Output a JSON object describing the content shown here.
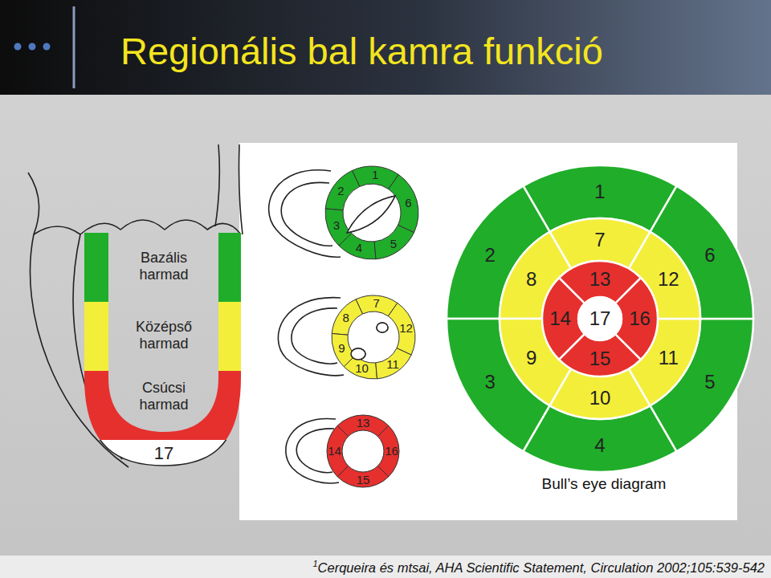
{
  "diagram": {
    "title": "Regionális bal kamra funkció",
    "caption": "Bull’s eye diagram",
    "nodes": [
      {
        "text": [
          "Bazális harmad"
        ]
      },
      {
        "text": [
          "Középső harmad"
        ]
      },
      {
        "text": [
          "Csúcsi harmad"
        ]
      },
      {
        "text": [
          "17"
        ]
      },
      {
        "text": [
          "1"
        ]
      },
      {
        "text": [
          "2"
        ]
      },
      {
        "text": [
          "3"
        ]
      },
      {
        "text": [
          "4"
        ]
      },
      {
        "text": [
          "5"
        ]
      },
      {
        "text": [
          "6"
        ]
      },
      {
        "text": [
          "7"
        ]
      },
      {
        "text": [
          "8"
        ]
      },
      {
        "text": [
          "9"
        ]
      },
      {
        "text": [
          "10"
        ]
      },
      {
        "text": [
          "11"
        ]
      },
      {
        "text": [
          "12"
        ]
      },
      {
        "text": [
          "13"
        ]
      },
      {
        "text": [
          "14"
        ]
      },
      {
        "text": [
          "15"
        ]
      },
      {
        "text": [
          "16"
        ]
      },
      {
        "text": [
          "1"
        ]
      },
      {
        "text": [
          "2"
        ]
      },
      {
        "text": [
          "3"
        ]
      },
      {
        "text": [
          "4"
        ]
      },
      {
        "text": [
          "5"
        ]
      },
      {
        "text": [
          "6"
        ]
      },
      {
        "text": [
          "7"
        ]
      },
      {
        "text": [
          "8"
        ]
      },
      {
        "text": [
          "9"
        ]
      },
      {
        "text": [
          "10"
        ]
      },
      {
        "text": [
          "11"
        ]
      },
      {
        "text": [
          "12"
        ]
      },
      {
        "text": [
          "13"
        ]
      },
      {
        "text": [
          "14"
        ]
      },
      {
        "text": [
          "15"
        ]
      },
      {
        "text": [
          "16"
        ]
      },
      {
        "text": [
          "17"
        ]
      }
    ],
    "labels": [
      "1",
      "Cerqueira és mtsai, AHA Scientific Statement, Circulation 2002;105:539-542"
    ]
  }
}
